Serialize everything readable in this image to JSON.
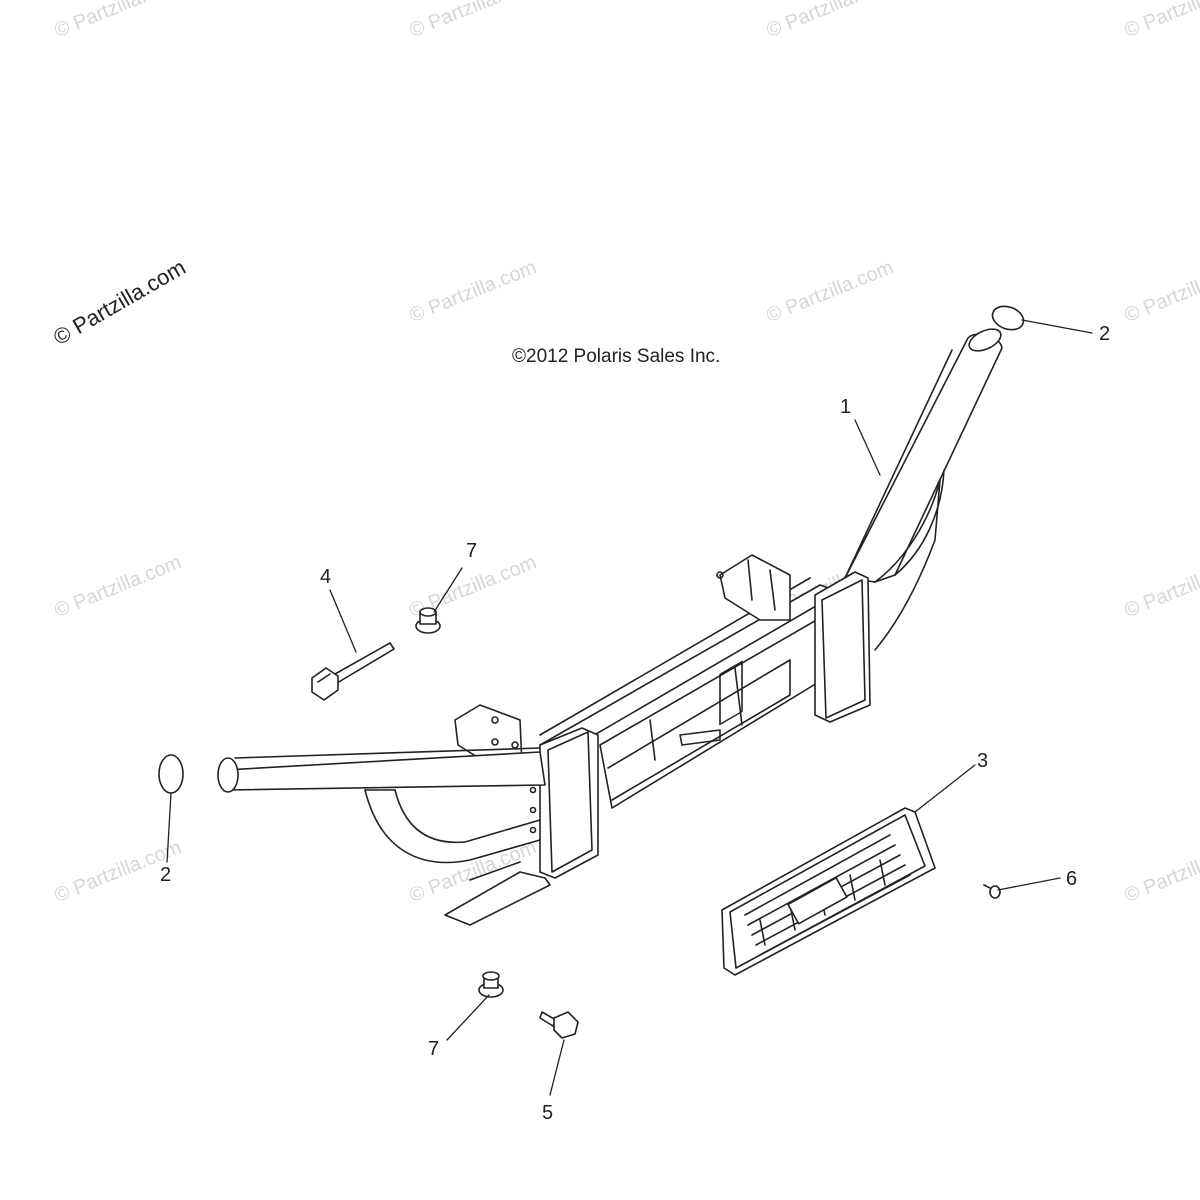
{
  "watermark": {
    "text": "© Partzilla.com",
    "brand_text": "© Partzilla.com"
  },
  "copyright": "©2012 Polaris Sales Inc.",
  "callouts": [
    {
      "id": "c1",
      "label": "1"
    },
    {
      "id": "c2a",
      "label": "2"
    },
    {
      "id": "c2b",
      "label": "2"
    },
    {
      "id": "c3",
      "label": "3"
    },
    {
      "id": "c4",
      "label": "4"
    },
    {
      "id": "c5",
      "label": "5"
    },
    {
      "id": "c6",
      "label": "6"
    },
    {
      "id": "c7a",
      "label": "7"
    },
    {
      "id": "c7b",
      "label": "7"
    }
  ],
  "parts": [
    {
      "ref": "1",
      "name": "bumper-assembly"
    },
    {
      "ref": "2",
      "name": "end-cap"
    },
    {
      "ref": "3",
      "name": "grille-plate"
    },
    {
      "ref": "4",
      "name": "bolt"
    },
    {
      "ref": "5",
      "name": "screw"
    },
    {
      "ref": "6",
      "name": "push-rivet"
    },
    {
      "ref": "7",
      "name": "flange-nut"
    }
  ]
}
